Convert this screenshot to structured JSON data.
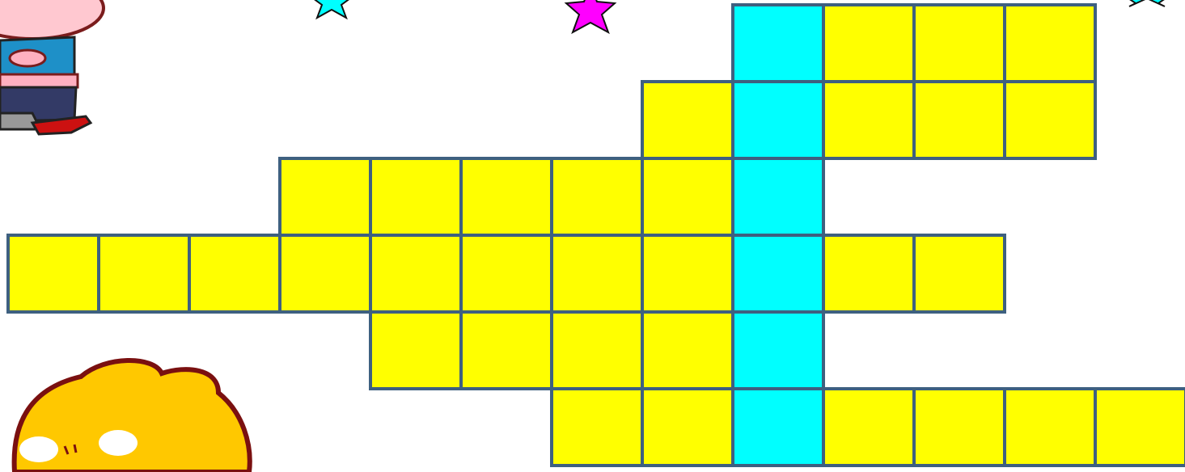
{
  "puzzle": {
    "type": "crossword-grid",
    "colors": {
      "cell_fill": "#ffff00",
      "key_column_fill": "#00ffff",
      "grid_line": "#3e6080"
    },
    "rows": [
      {
        "cells": [
          "key",
          "answer",
          "answer",
          "answer"
        ]
      },
      {
        "cells": [
          "answer",
          "key",
          "answer",
          "answer",
          "answer"
        ]
      },
      {
        "cells": [
          "answer",
          "answer",
          "answer",
          "answer",
          "answer",
          "key"
        ]
      },
      {
        "cells": [
          "answer",
          "answer",
          "answer",
          "answer",
          "answer",
          "answer",
          "answer",
          "answer",
          "key",
          "answer",
          "answer"
        ]
      },
      {
        "cells": [
          "answer",
          "answer",
          "answer",
          "answer",
          "key"
        ]
      },
      {
        "cells": [
          "answer",
          "answer",
          "key",
          "answer",
          "answer",
          "answer",
          "answer"
        ]
      }
    ]
  },
  "decorations": [
    {
      "name": "cyan-star-icon",
      "color": "#00ffff"
    },
    {
      "name": "magenta-star-icon",
      "color": "#ff00ff"
    },
    {
      "name": "cyan-star-icon-corner",
      "color": "#00ffff"
    },
    {
      "name": "cartoon-pig-icon",
      "color": "#ffc0cb"
    },
    {
      "name": "cartoon-chick-icon",
      "color": "#ffc800"
    }
  ]
}
